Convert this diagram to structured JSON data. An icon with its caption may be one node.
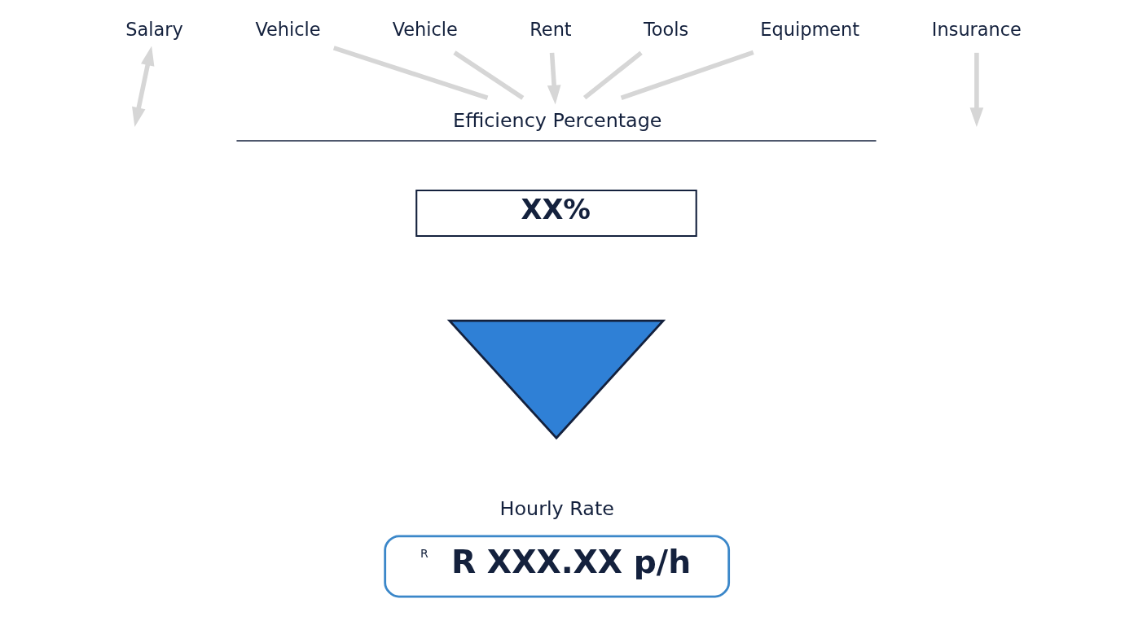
{
  "diagram": {
    "nodes": [
      {
        "text": [
          "Salary"
        ]
      },
      {
        "text": [
          "Vehicle"
        ]
      },
      {
        "text": [
          "Vehicle"
        ]
      },
      {
        "text": [
          "Rent"
        ]
      },
      {
        "text": [
          "Tools"
        ]
      },
      {
        "text": [
          "Equipment"
        ]
      },
      {
        "text": [
          "Insurance"
        ]
      },
      {
        "text": [
          "Efficiency Percentage"
        ]
      },
      {
        "text": [
          "XX%"
        ]
      },
      {
        "text": [],
        "shape": "funnel"
      },
      {
        "text": [
          "Hourly Rate",
          "R",
          "R XXX.XX p/h"
        ]
      }
    ],
    "edges": [
      {
        "from": 0,
        "to": null,
        "arrow": "both"
      },
      {
        "from": 1,
        "to": 7,
        "arrow": "none"
      },
      {
        "from": 2,
        "to": 7,
        "arrow": "none"
      },
      {
        "from": 3,
        "to": 7,
        "arrow": "to"
      },
      {
        "from": 4,
        "to": 7,
        "arrow": "none"
      },
      {
        "from": 5,
        "to": 7,
        "arrow": "none"
      },
      {
        "from": 6,
        "to": null,
        "arrow": "to"
      }
    ]
  }
}
